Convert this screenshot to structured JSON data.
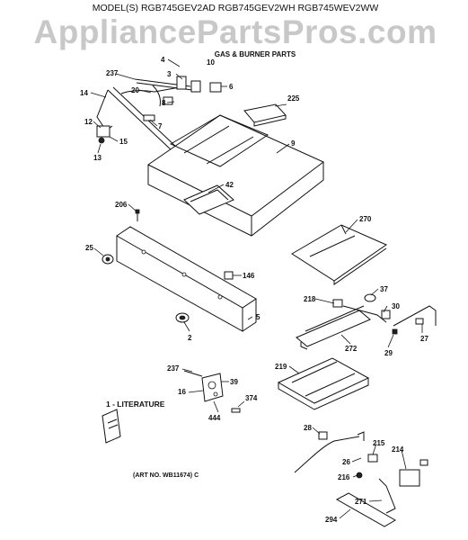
{
  "header": {
    "model_line": "MODEL(S) RGB745GEV2AD  RGB745GEV2WH  RGB745WEV2WW",
    "watermark": "AppliancePartsPros.com",
    "section_title": "GAS & BURNER PARTS"
  },
  "literature": {
    "label": "1 - LITERATURE"
  },
  "art_number": "(ART NO. WB11674) C",
  "callouts": [
    "237",
    "4",
    "3",
    "10",
    "14",
    "20",
    "6",
    "8",
    "225",
    "12",
    "7",
    "9",
    "15",
    "13",
    "42",
    "206",
    "270",
    "25",
    "146",
    "37",
    "218",
    "30",
    "5",
    "2",
    "27",
    "272",
    "29",
    "219",
    "237",
    "39",
    "16",
    "374",
    "444",
    "28",
    "215",
    "214",
    "26",
    "216",
    "271",
    "294"
  ]
}
